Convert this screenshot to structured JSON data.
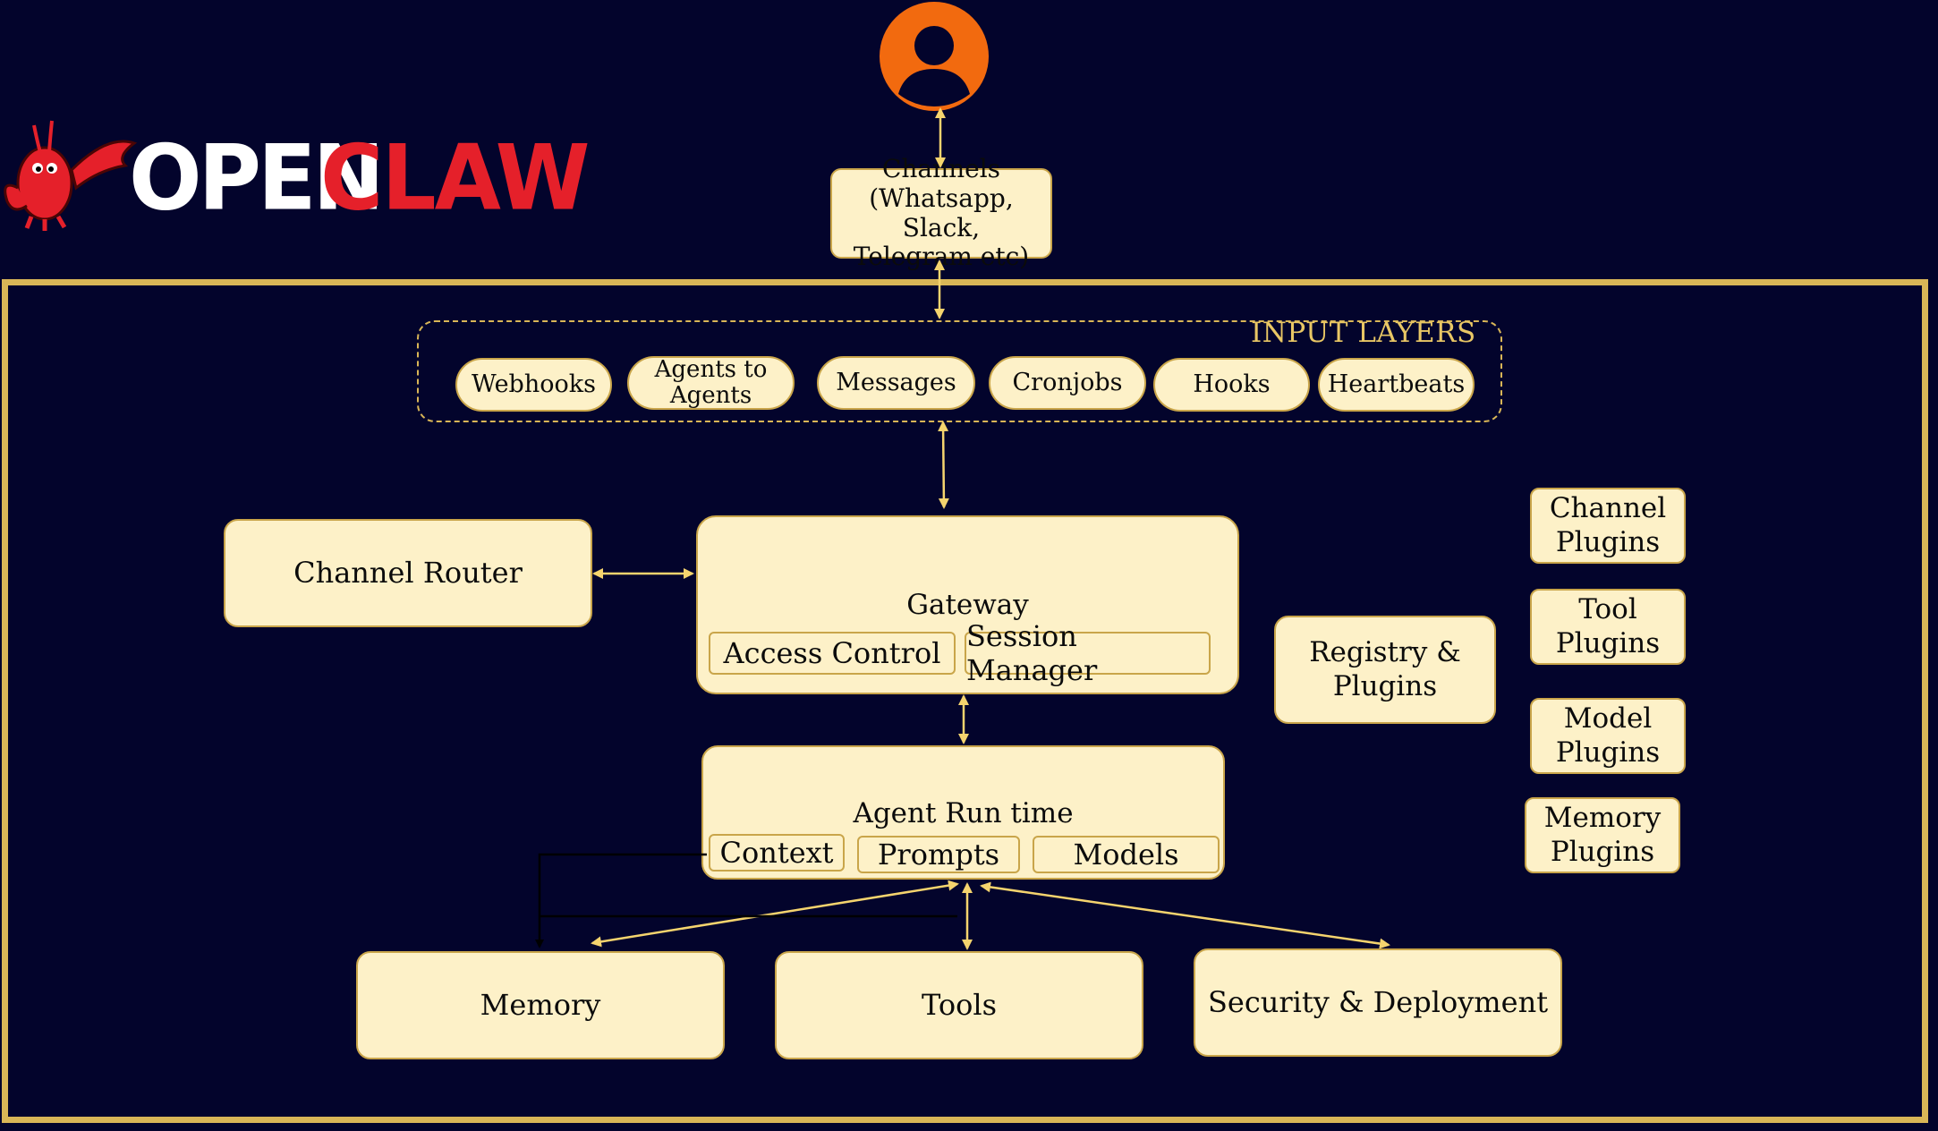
{
  "logo": {
    "part1": "OPEN",
    "part2": "CLAW"
  },
  "icons": {
    "user": "user-avatar-icon",
    "mascot": "lobster-mascot-icon"
  },
  "colors": {
    "background": "#03042c",
    "box_fill": "#fdf1c8",
    "accent": "#d9b657",
    "user_orange": "#f26a0f",
    "logo_red": "#e5202a"
  },
  "channels": {
    "line1": "Channels",
    "line2": "(Whatsapp, Slack,",
    "line3": "Telegram etc)"
  },
  "input_layers": {
    "title": "INPUT LAYERS",
    "items": [
      "Webhooks",
      "Agents to Agents",
      "Messages",
      "Cronjobs",
      "Hooks",
      "Heartbeats"
    ]
  },
  "channel_router": "Channel Router",
  "gateway": {
    "title": "Gateway",
    "access_control": "Access Control",
    "session_manager": "Session Manager"
  },
  "agent_runtime": {
    "title": "Agent Run time",
    "context": "Context",
    "prompts": "Prompts",
    "models": "Models"
  },
  "registry": {
    "line1": "Registry &",
    "line2": "Plugins"
  },
  "plugins": [
    {
      "line1": "Channel",
      "line2": "Plugins"
    },
    {
      "line1": "Tool",
      "line2": "Plugins"
    },
    {
      "line1": "Model",
      "line2": "Plugins"
    },
    {
      "line1": "Memory",
      "line2": "Plugins"
    }
  ],
  "bottom": {
    "memory": "Memory",
    "tools": "Tools",
    "security": "Security & Deployment"
  }
}
